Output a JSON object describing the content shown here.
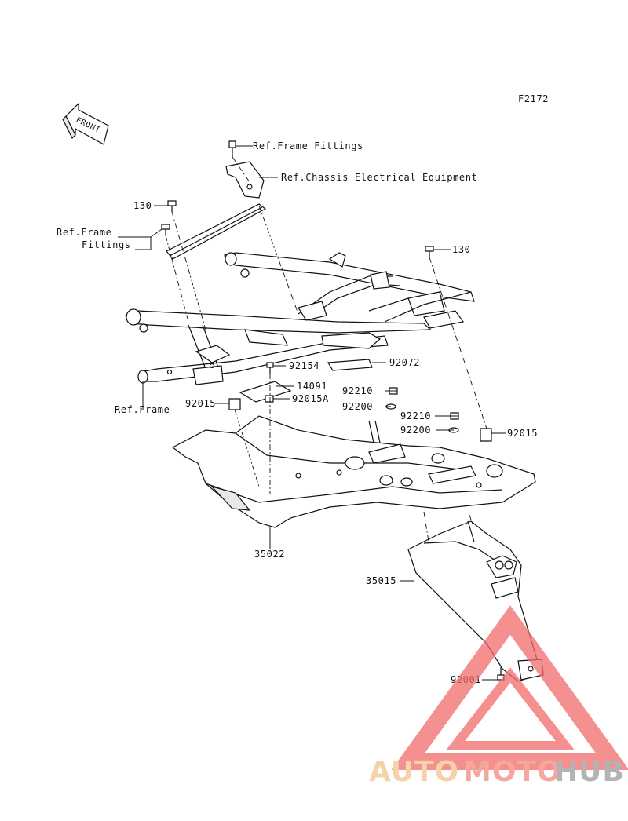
{
  "diagram_code": "F2172",
  "front_arrow": "FRONT",
  "labels": {
    "ref_frame_fittings_top": "Ref.Frame Fittings",
    "ref_chassis_electrical": "Ref.Chassis Electrical Equipment",
    "p130_left": "130",
    "ref_frame_fittings_left_1": "Ref.Frame",
    "ref_frame_fittings_left_2": "Fittings",
    "p130_right": "130",
    "p92154": "92154",
    "p92072": "92072",
    "p14091": "14091",
    "p92210_a": "92210",
    "p92015_left": "92015",
    "p92015a": "92015A",
    "p92200_a": "92200",
    "p92210_b": "92210",
    "p92200_b": "92200",
    "p92015_right": "92015",
    "ref_frame": "Ref.Frame",
    "p35022": "35022",
    "p35015": "35015",
    "p92001": "92001"
  },
  "watermark": {
    "auto": "AUTO",
    "moto": "MOTO",
    "hub": "HUB",
    "color_auto": "#f5c28a",
    "color_moto": "#f08a80",
    "color_hub": "#9a9a9a",
    "triangle_color": "#f26b6b"
  }
}
